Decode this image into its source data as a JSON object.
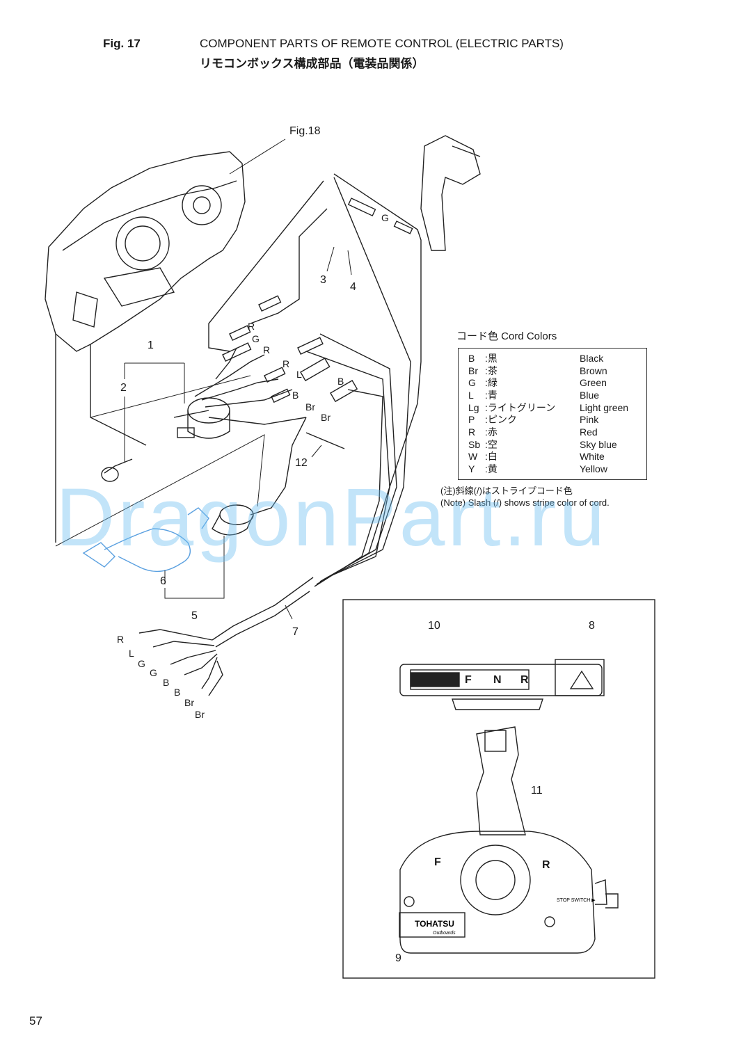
{
  "header": {
    "fig_no": "Fig. 17",
    "title_en": "COMPONENT PARTS OF REMOTE CONTROL (ELECTRIC PARTS)",
    "title_jp": "リモコンボックス構成部品（電装品関係）"
  },
  "fig_ref": "Fig.18",
  "callouts": {
    "c1": "1",
    "c2": "2",
    "c3": "3",
    "c4": "4",
    "c5": "5",
    "c6": "6",
    "c7": "7",
    "c8": "8",
    "c9": "9",
    "c10": "10",
    "c11": "11",
    "c12": "12"
  },
  "wire_labels": {
    "g_top": "G",
    "r1": "R",
    "g1": "G",
    "r2": "R",
    "r3": "R",
    "l1": "L",
    "b1": "B",
    "b2": "B",
    "br1": "Br",
    "br2": "Br",
    "r_end": "R",
    "l_end": "L",
    "g_end": "G",
    "g_end2": "G",
    "b_end": "B",
    "b_end2": "B",
    "br_end": "Br",
    "br_end2": "Br"
  },
  "shift_labels": {
    "f": "F",
    "n": "N",
    "r": "R"
  },
  "handle_labels": {
    "f": "F",
    "r": "R",
    "stop_switch": "STOP SWITCH ▶",
    "brand": "TOHATSU",
    "brand_sub": "Outboards"
  },
  "legend": {
    "title": "コード色 Cord Colors",
    "rows": [
      {
        "code": "B",
        "jp": ":黒",
        "en": "Black"
      },
      {
        "code": "Br",
        "jp": ":茶",
        "en": "Brown"
      },
      {
        "code": "G",
        "jp": ":緑",
        "en": "Green"
      },
      {
        "code": "L",
        "jp": ":青",
        "en": "Blue"
      },
      {
        "code": "Lg",
        "jp": ":ライトグリーン",
        "en": "Light green"
      },
      {
        "code": "P",
        "jp": ":ピンク",
        "en": "Pink"
      },
      {
        "code": "R",
        "jp": ":赤",
        "en": "Red"
      },
      {
        "code": "Sb",
        "jp": ":空",
        "en": "Sky blue"
      },
      {
        "code": "W",
        "jp": ":白",
        "en": "White"
      },
      {
        "code": "Y",
        "jp": ":黄",
        "en": "Yellow"
      }
    ]
  },
  "note_jp": "(注)斜線(/)はストライプコード色",
  "note_en": "(Note) Slash (/) shows stripe color of cord.",
  "watermark": "DragonPart.ru",
  "page_number": "57"
}
